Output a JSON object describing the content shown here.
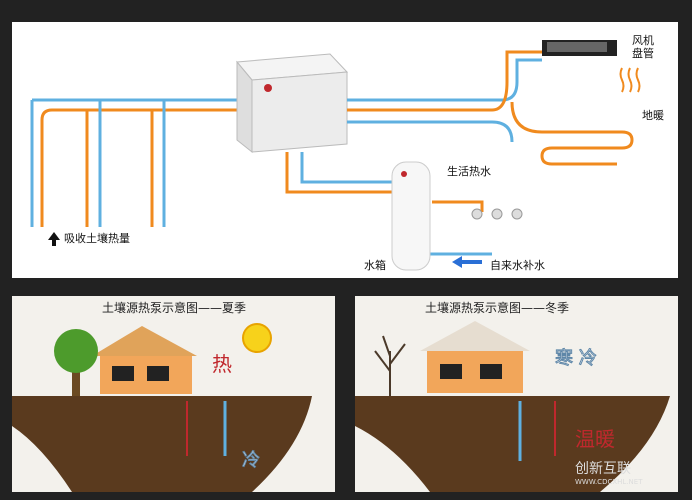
{
  "top": {
    "fan_coil": "风机\n盘管",
    "floor_heating": "地暖",
    "domestic_hot_water": "生活热水",
    "absorb_soil_heat": "吸收土壤热量",
    "water_tank": "水箱",
    "tap_water_supply": "自来水补水"
  },
  "summer": {
    "title": "土壤源热泵示意图——夏季",
    "hot_label": "热",
    "cold_label": "冷"
  },
  "winter": {
    "title": "土壤源热泵示意图——冬季",
    "cold_label": "寒 冷",
    "warm_label": "温暖"
  },
  "watermark": "创新互联",
  "watermark_sub": "WWW.CDCXHL.NET",
  "colors": {
    "orange": "#f08a1e",
    "blue": "#5fb0e0",
    "soil": "#5a3a1e",
    "red": "#c0282d"
  }
}
